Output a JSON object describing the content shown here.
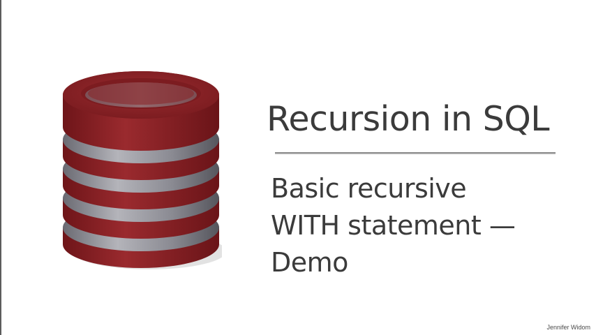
{
  "slide": {
    "title": "Recursion in SQL",
    "subtitle_lines": [
      "Basic recursive",
      "WITH statement —",
      "Demo"
    ],
    "author": "Jennifer Widom"
  },
  "icon": {
    "name": "database-icon",
    "colors": {
      "disk": "#8c2226",
      "disk_dark": "#6e1519",
      "ring": "#9e9ea4",
      "ring_dark": "#5e5e66",
      "shadow": "#c8c8c8"
    }
  }
}
